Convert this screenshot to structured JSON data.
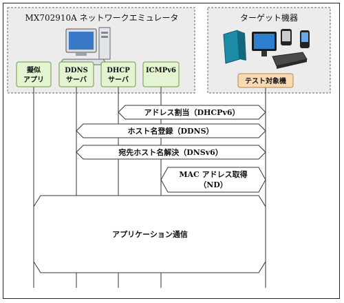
{
  "emulator_title": "MX702910A ネットワークエミュレータ",
  "target_title": "ターゲット機器",
  "boxes": [
    {
      "line1": "擬似",
      "line2": "アプリ"
    },
    {
      "line1": "DDNS",
      "line2": "サーバ"
    },
    {
      "line1": "DHCP",
      "line2": "サーバ"
    },
    {
      "line1": "ICMPv6",
      "line2": ""
    }
  ],
  "test_target": "テスト対象機",
  "messages": {
    "m1": "アドレス割当（DHCPv6）",
    "m2": "ホスト名登録（DDNS）",
    "m3": "宛先ホスト名解決（DNSv6）",
    "m4_line1": "MAC アドレス取得",
    "m4_line2": "（ND）",
    "m5": "アプリケーション通信"
  },
  "colors": {
    "group_bg": "#ececec",
    "box_fill": "#e4f4d2",
    "box_border": "#6a9a3a",
    "target_fill": "#f7d9b4",
    "target_border": "#c48040",
    "line": "#333333"
  }
}
